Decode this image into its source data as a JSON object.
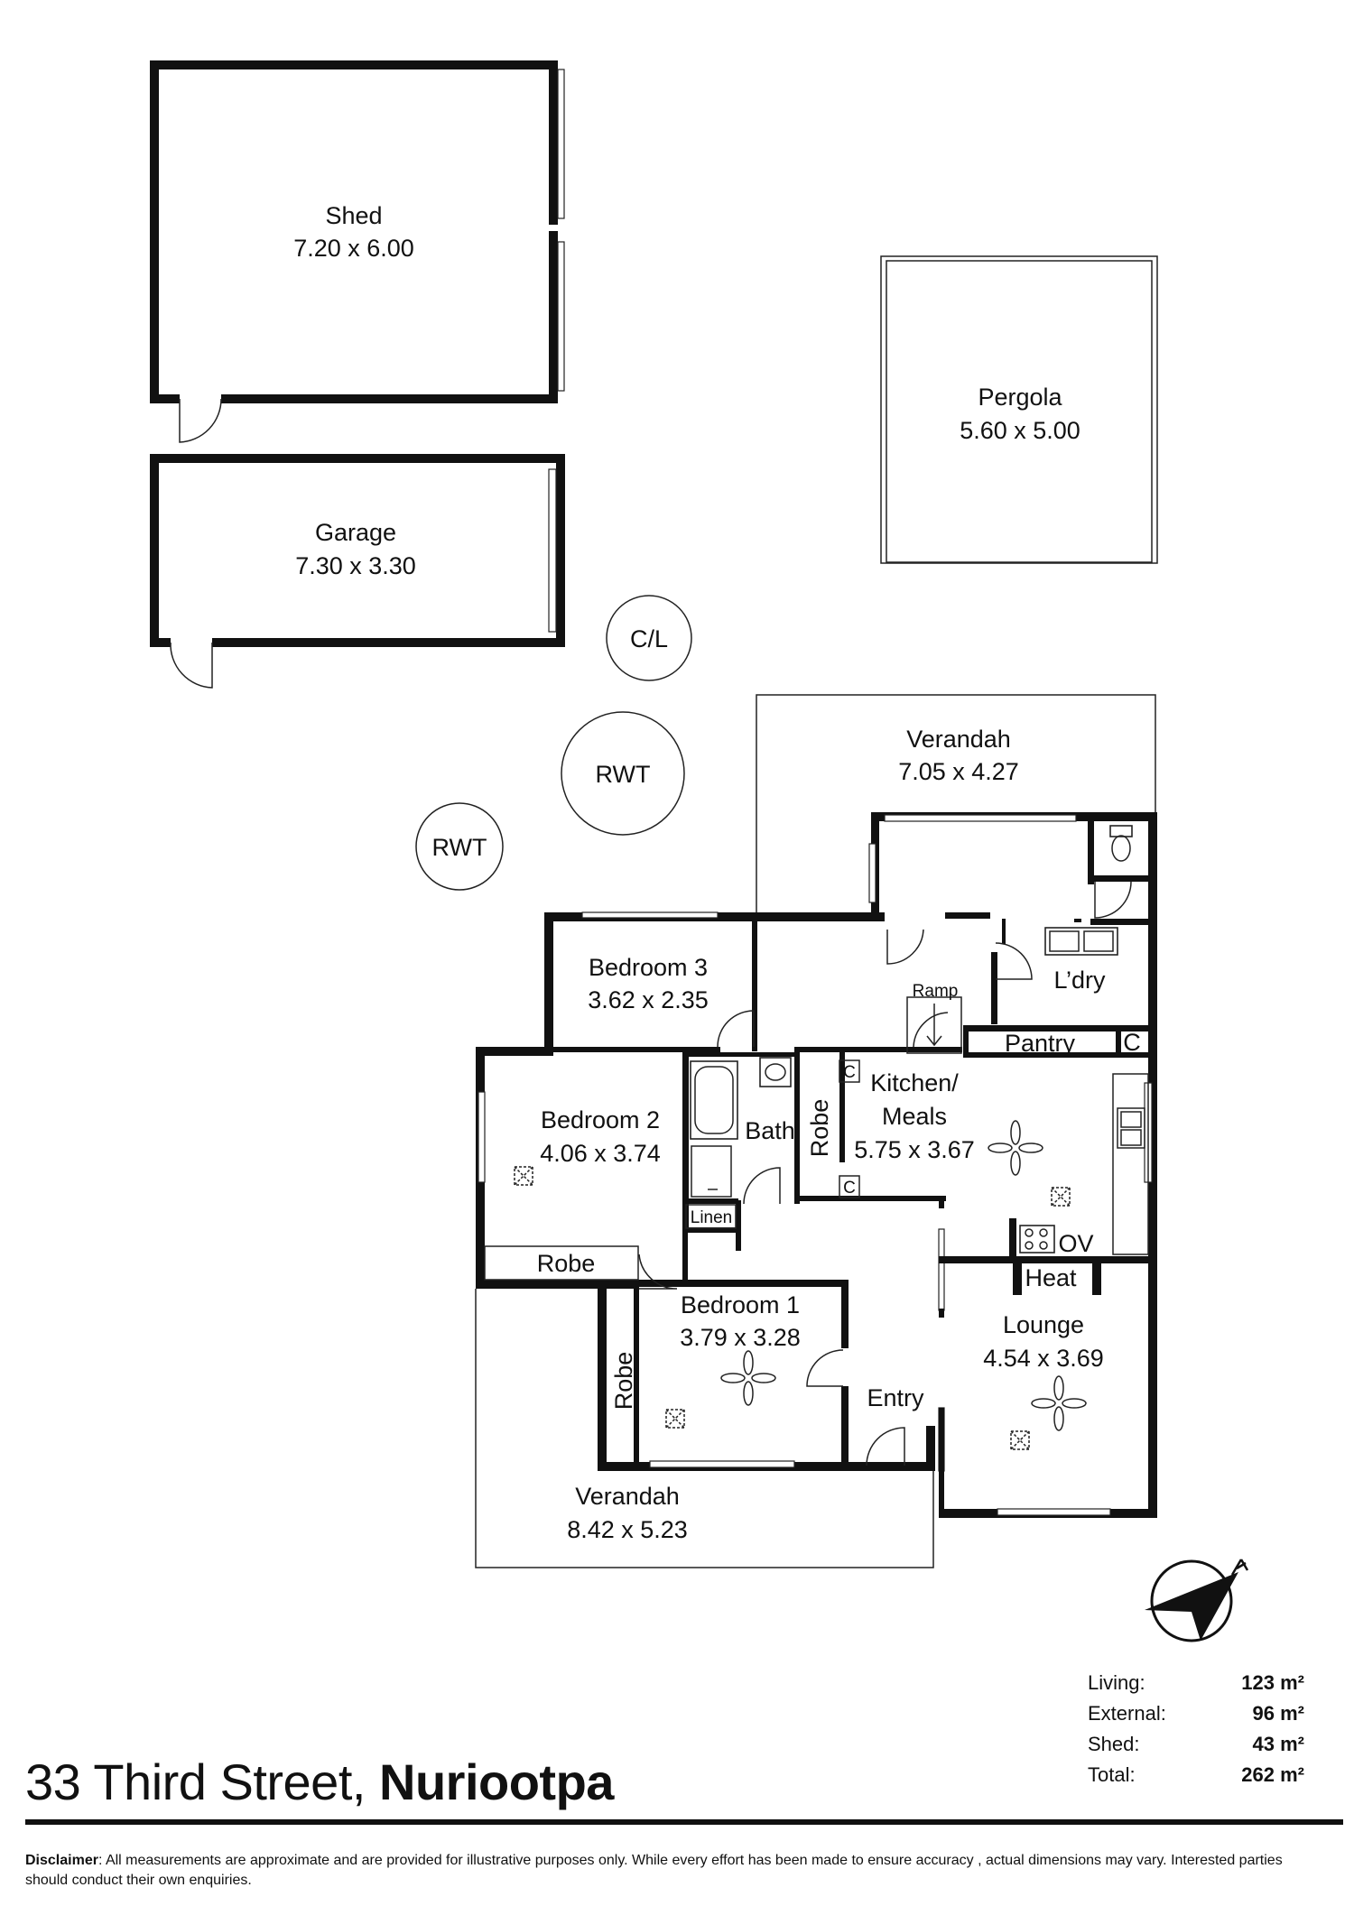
{
  "rooms": {
    "shed": {
      "name": "Shed",
      "dims": "7.20 x 6.00"
    },
    "garage": {
      "name": "Garage",
      "dims": "7.30 x 3.30"
    },
    "pergola": {
      "name": "Pergola",
      "dims": "5.60 x 5.00"
    },
    "clothesline": {
      "name": "C/L"
    },
    "rwt_1": {
      "name": "RWT"
    },
    "rwt_2": {
      "name": "RWT"
    },
    "rear_verandah": {
      "name": "Verandah",
      "dims": "7.05 x 4.27"
    },
    "bedroom_3": {
      "name": "Bedroom 3",
      "dims": "3.62 x 2.35"
    },
    "ramp": {
      "name": "Ramp"
    },
    "laundry": {
      "name": "L’dry"
    },
    "pantry": {
      "name": "Pantry"
    },
    "cupboard_c1": {
      "name": "C"
    },
    "cupboard_c2": {
      "name": "C"
    },
    "cupboard_c3": {
      "name": "C"
    },
    "bedroom_2": {
      "name": "Bedroom 2",
      "dims": "4.06 x 3.74"
    },
    "bath": {
      "name": "Bath"
    },
    "robe_kitchen": {
      "name": "Robe"
    },
    "kitchen_meals": {
      "name_line1": "Kitchen/",
      "name_line2": "Meals",
      "dims": "5.75 x 3.67"
    },
    "linen": {
      "name": "Linen"
    },
    "oven": {
      "name": "OV"
    },
    "robe_bedroom2": {
      "name": "Robe"
    },
    "heater": {
      "name": "Heat"
    },
    "bedroom_1": {
      "name": "Bedroom 1",
      "dims": "3.79 x 3.28"
    },
    "robe_bedroom1": {
      "name": "Robe"
    },
    "entry": {
      "name": "Entry"
    },
    "lounge": {
      "name": "Lounge",
      "dims": "4.54 x 3.69"
    },
    "front_verandah": {
      "name": "Verandah",
      "dims": "8.42 x 5.23"
    }
  },
  "areas": [
    {
      "label": "Living:",
      "value": "123 m²"
    },
    {
      "label": "External:",
      "value": "96 m²"
    },
    {
      "label": "Shed:",
      "value": "43 m²"
    },
    {
      "label": "Total:",
      "value": "262 m²"
    }
  ],
  "address": {
    "street": "33 Third Street, ",
    "suburb": "Nuriootpa"
  },
  "disclaimer": {
    "label": "Disclaimer",
    "text": ": All measurements are approximate and are provided for illustrative purposes only. While every effort has been made to ensure accuracy , actual dimensions may vary. Interested parties should conduct their own enquiries."
  }
}
